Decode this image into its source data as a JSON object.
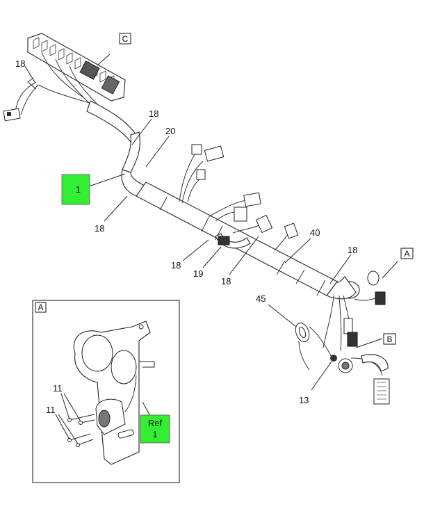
{
  "view_labels": {
    "c": "C",
    "a": "A",
    "b": "B",
    "inset_a": "A"
  },
  "green_callouts": {
    "main": "1",
    "inset_line1": "Ref",
    "inset_line2": "1"
  },
  "callouts": {
    "c18_top_left": "18",
    "c18_upper": "18",
    "c20": "20",
    "c18_left_mid": "18",
    "c18_mid": "18",
    "c19": "19",
    "c18_lower": "18",
    "c40": "40",
    "c18_right": "18",
    "c45": "45",
    "c13": "13",
    "c11_a": "11",
    "c11_b": "11"
  },
  "colors": {
    "callout_green": "#33ee33",
    "line": "#222222"
  }
}
